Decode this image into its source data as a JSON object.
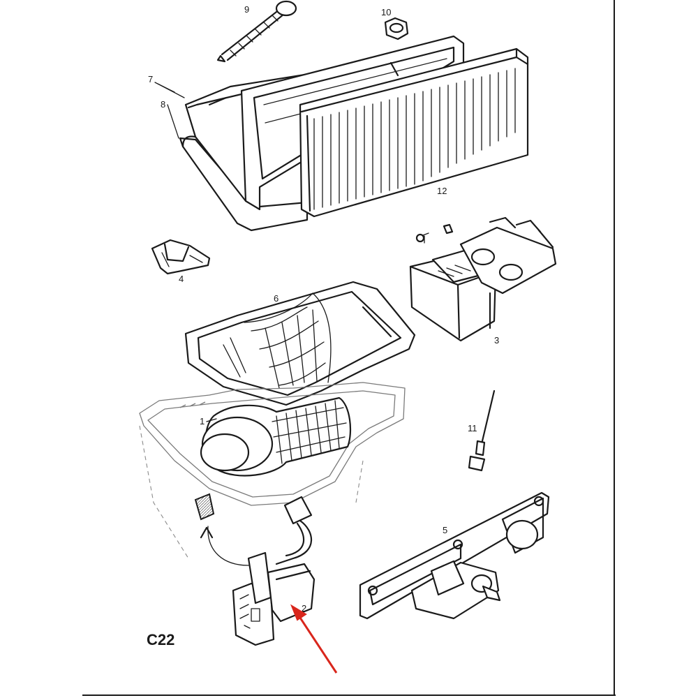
{
  "diagram": {
    "code": "C22",
    "part_labels": [
      "1",
      "2",
      "3",
      "4",
      "5",
      "6",
      "7",
      "8",
      "9",
      "10",
      "11",
      "12"
    ],
    "highlight_color": "#d9261c",
    "highlighted_part": "2"
  }
}
